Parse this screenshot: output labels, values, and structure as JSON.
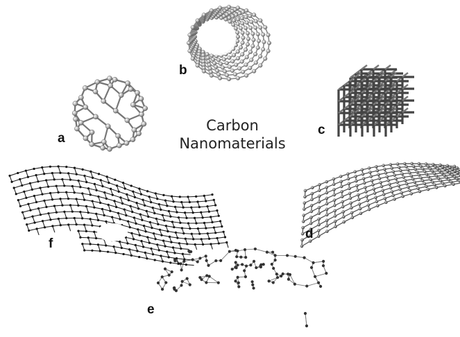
{
  "title_line1": "Carbon",
  "title_line2": "Nanomaterials",
  "labels": {
    "a": "a",
    "b": "b",
    "c": "c",
    "d": "d",
    "e": "e",
    "f": "f"
  },
  "structures": [
    {
      "label": "a",
      "icon": "fullerene-sphere-icon"
    },
    {
      "label": "b",
      "icon": "carbon-nanotube-icon"
    },
    {
      "label": "c",
      "icon": "diamond-lattice-icon"
    },
    {
      "label": "d",
      "icon": "graphene-sheet-twisted-icon"
    },
    {
      "label": "e",
      "icon": "amorphous-carbon-network-icon"
    },
    {
      "label": "f",
      "icon": "wavy-graphene-sheet-icon"
    }
  ]
}
